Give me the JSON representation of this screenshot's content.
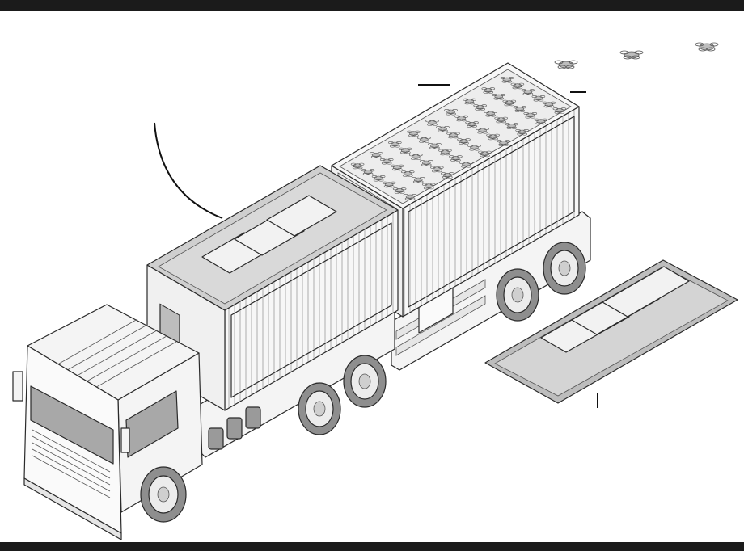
{
  "illustration": {
    "subject_icons": [
      "truck-icon",
      "container-icon",
      "drone-icon",
      "charging-pad-icon"
    ],
    "colors": {
      "frame": "#1b1b1b",
      "outline": "#2a2a2a",
      "panel_light": "#f2f2f2",
      "panel_mid": "#d9d9d9",
      "panel_dark": "#bdbdbd",
      "glass": "#a8a8a8",
      "tire": "#8e8e8e"
    },
    "stored_drone_rows": 6,
    "stored_drone_cols": 9,
    "flying_drones": 3
  }
}
